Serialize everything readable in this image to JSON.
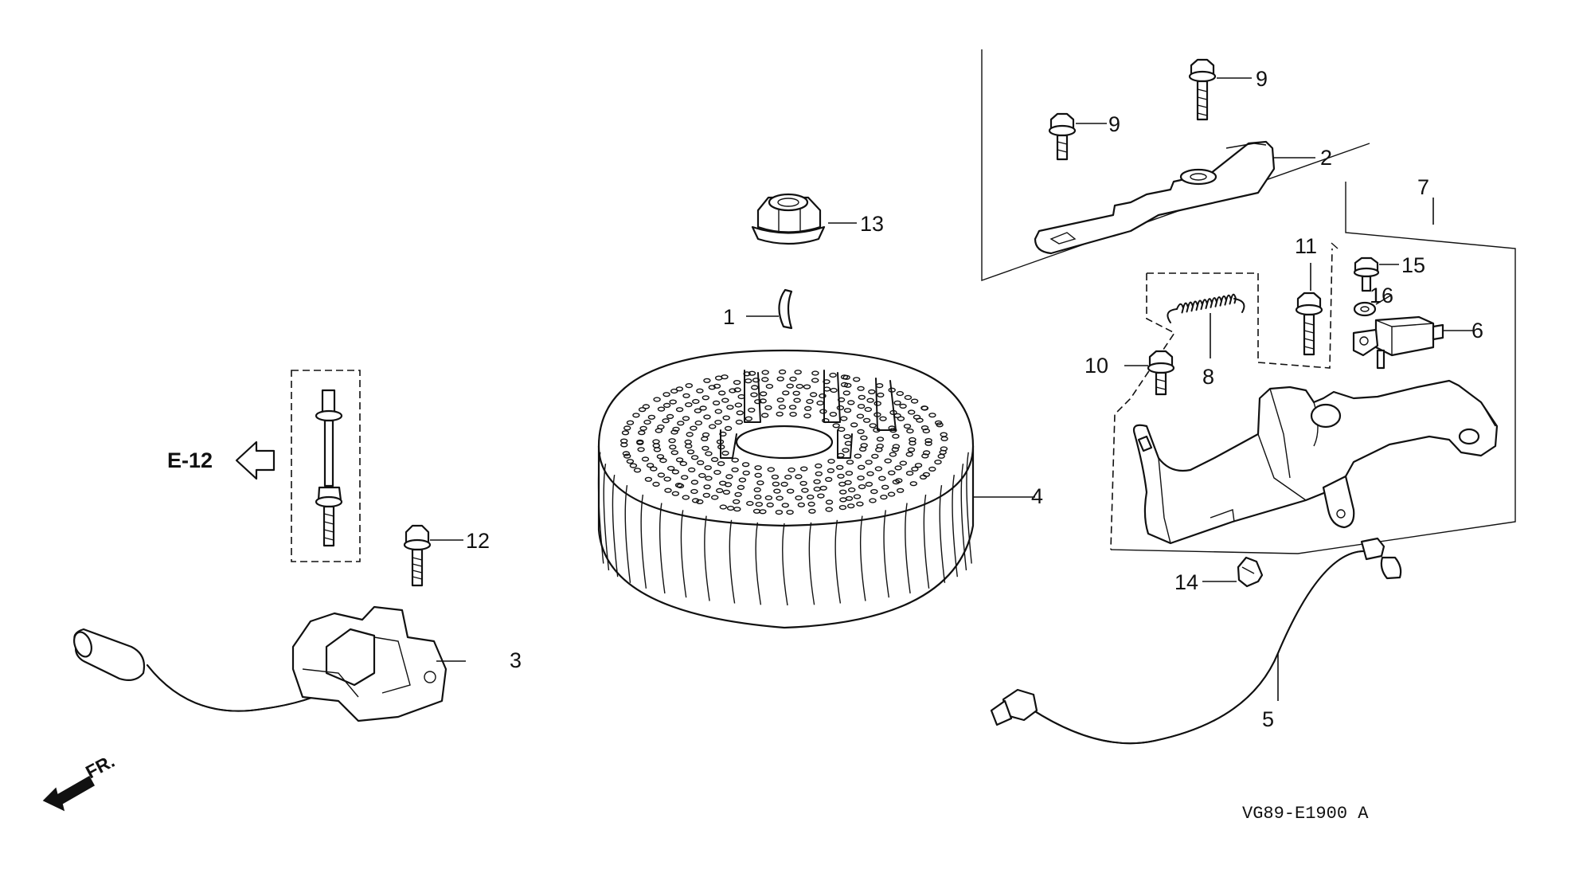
{
  "diagram": {
    "reference_label": "E-12",
    "front_label": "FR.",
    "drawing_code": "VG89-E1900 A",
    "callouts": [
      "1",
      "2",
      "3",
      "4",
      "5",
      "6",
      "7",
      "8",
      "9",
      "9",
      "10",
      "11",
      "12",
      "13",
      "14",
      "15",
      "16"
    ]
  }
}
